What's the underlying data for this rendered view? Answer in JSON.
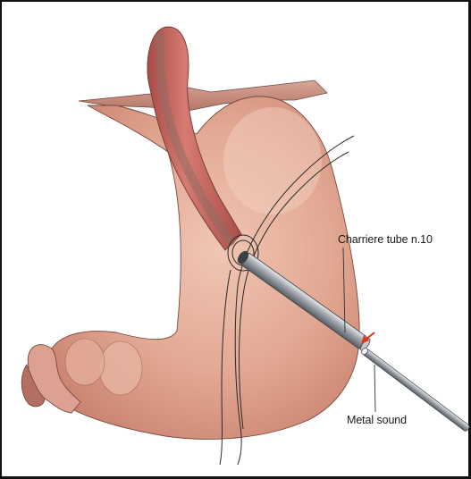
{
  "labels": {
    "tube": "Charriere tube n.10",
    "sound": "Metal sound"
  },
  "colors": {
    "stomach": "#e3aa98",
    "stomach_shadow": "#c98470",
    "stomach_highlight": "#f1c9b9",
    "esophagus": "#c06862",
    "tube_metal": "#9aa0a6",
    "arrow": "#d9381e"
  },
  "icons": [
    "stomach-illustration",
    "esophagus-illustration",
    "nerve-lines",
    "purse-string-suture",
    "charriere-tube",
    "metal-sound",
    "insertion-arrow-icon"
  ]
}
